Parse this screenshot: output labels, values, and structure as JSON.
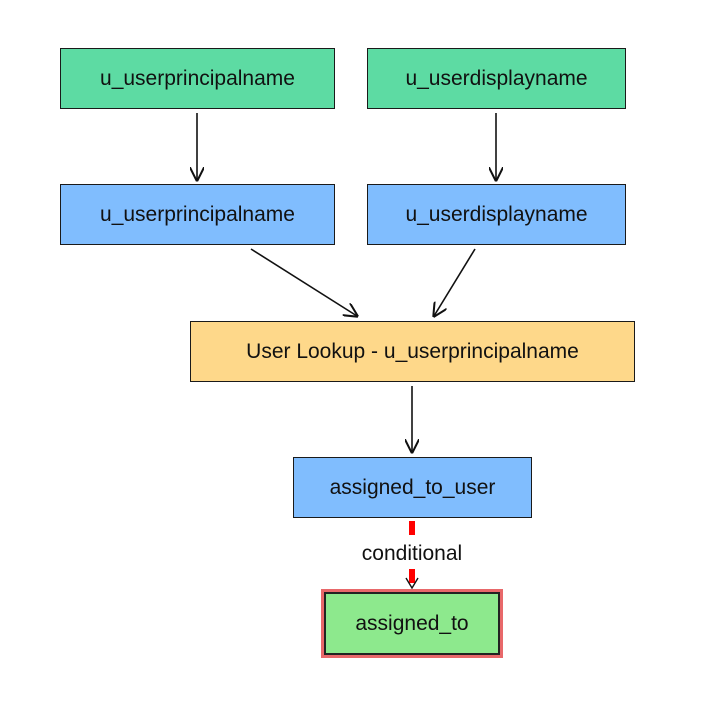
{
  "nodes": {
    "source_upn": "u_userprincipalname",
    "source_displayname": "u_userdisplayname",
    "mid_upn": "u_userprincipalname",
    "mid_displayname": "u_userdisplayname",
    "lookup": "User Lookup - u_userprincipalname",
    "assigned_to_user": "assigned_to_user",
    "assigned_to": "assigned_to"
  },
  "edges": {
    "conditional_label": "conditional"
  },
  "colors": {
    "source_green": "#5ddba3",
    "field_blue": "#80bdfe",
    "lookup_orange": "#fed88a",
    "target_green": "#8de98d",
    "highlight_red": "#e8686a",
    "conditional_red": "#ff0000"
  }
}
